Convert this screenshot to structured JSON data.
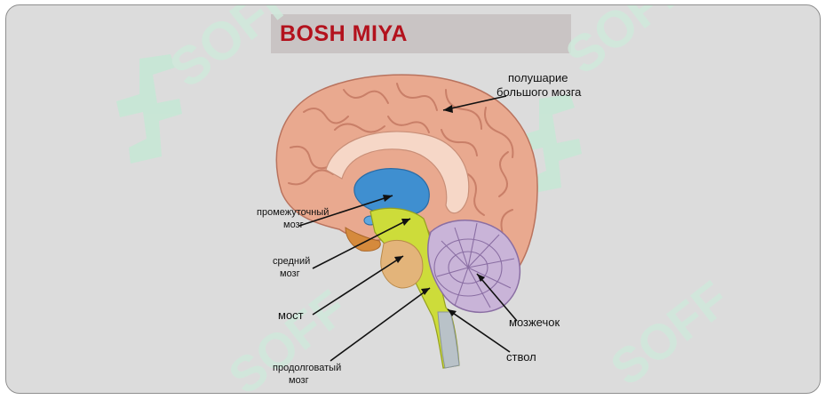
{
  "title": "BOSH MIYA",
  "watermark": "SOFF",
  "labels": {
    "cerebral_hemisphere_line1": "полушарие",
    "cerebral_hemisphere_line2": "большого мозга",
    "diencephalon_line1": "промежуточный",
    "diencephalon_line2": "мозг",
    "midbrain_line1": "средний",
    "midbrain_line2": "мозг",
    "pons": "мост",
    "medulla_line1": "продолговатый",
    "medulla_line2": "мозг",
    "cerebellum": "мозжечок",
    "brainstem": "ствол"
  },
  "colors": {
    "title": "#b3121d",
    "background": "#dcdcdc",
    "cortex": "#e9a98f",
    "ventricle": "#3f8fd0",
    "brainstem": "#cddc3a",
    "cerebellum": "#c9b4d8",
    "watermark": "#c5e8d5"
  }
}
